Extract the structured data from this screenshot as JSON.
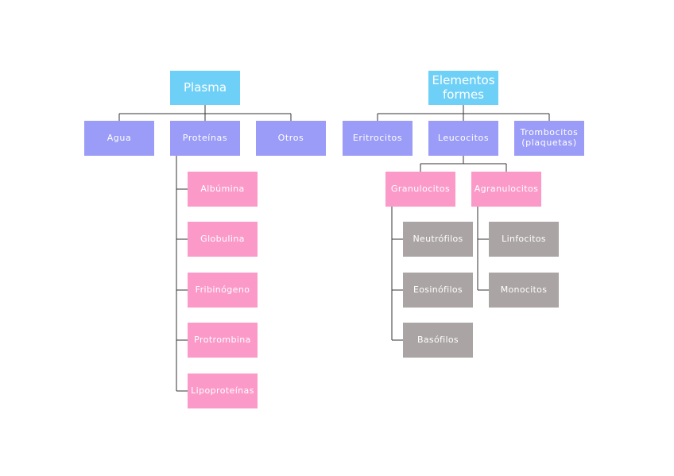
{
  "plasma": {
    "title": "Plasma",
    "children": [
      "Agua",
      "Proteínas",
      "Otros"
    ],
    "proteins": [
      "Albúmina",
      "Globulina",
      "Fribinógeno",
      "Protrombina",
      "Lipoproteínas"
    ]
  },
  "formed": {
    "title": "Elementos formes",
    "children": [
      "Eritrocitos",
      "Leucocitos",
      "Trombocitos (plaquetas)"
    ],
    "leukocytes": [
      "Granulocitos",
      "Agranulocitos"
    ],
    "granulocytes": [
      "Neutrófilos",
      "Eosinófilos",
      "Basófilos"
    ],
    "agranulocytes": [
      "Linfocitos",
      "Monocitos"
    ]
  },
  "colors": {
    "root": "#6fd0f7",
    "level1": "#9a9cf7",
    "level2": "#fb9ac9",
    "level3": "#aaa4a4",
    "connector": "#333333"
  }
}
